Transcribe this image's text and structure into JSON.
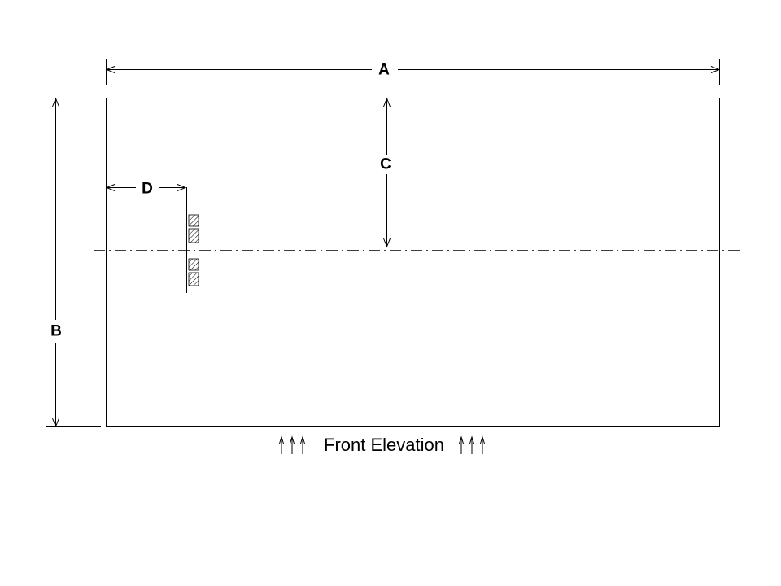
{
  "drawing": {
    "view_title": "Front Elevation",
    "dimension_labels": {
      "width": "A",
      "height": "B",
      "center_offset": "C",
      "fitting_offset": "D"
    }
  },
  "colors": {
    "line": "#000000",
    "background": "#ffffff"
  }
}
